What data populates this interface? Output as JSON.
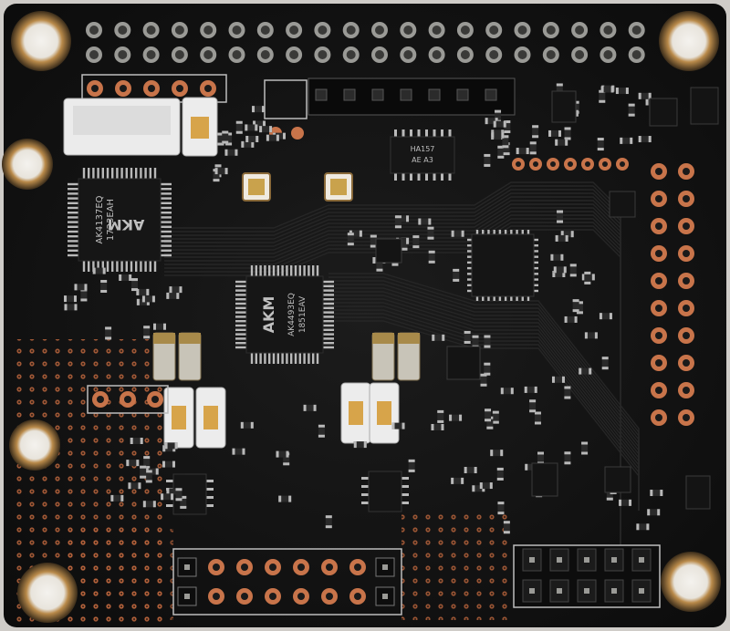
{
  "board": {
    "pcb_color": "#141414",
    "copper_color": "#c8744a",
    "background_color": "#cfccc8"
  },
  "chips": {
    "left_dac": {
      "brand": "AKM",
      "model": "AK4137EQ",
      "code": "1723EAH"
    },
    "center_dac": {
      "brand": "AKM",
      "model": "AK4493EQ",
      "code": "1851EAV"
    },
    "top_small": {
      "model": "HA157",
      "code": "AE A3"
    }
  }
}
